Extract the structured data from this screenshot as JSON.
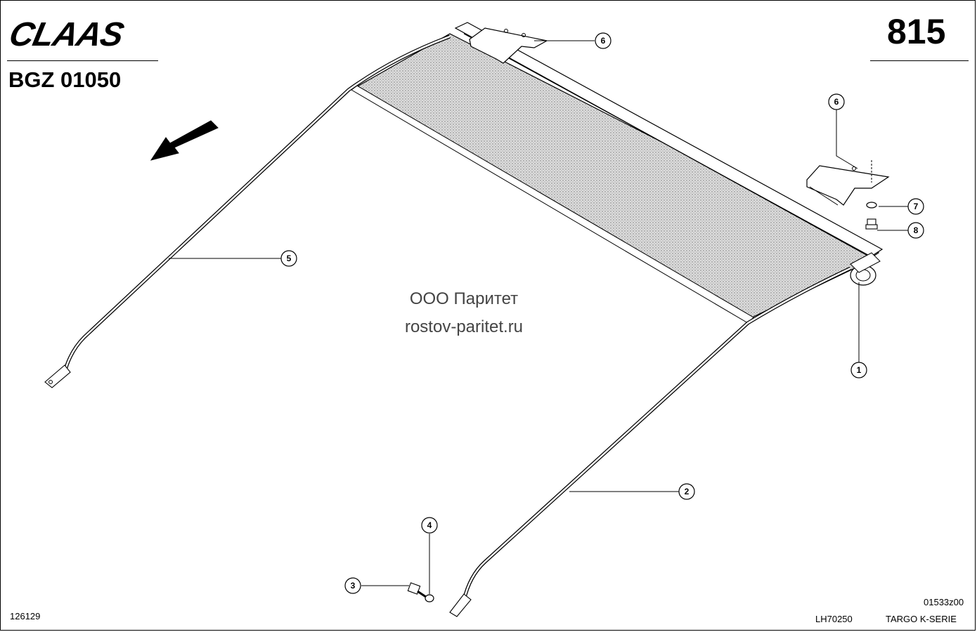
{
  "header": {
    "brand": "CLAAS",
    "group_code": "BGZ 01050",
    "page_number": "815"
  },
  "watermark": {
    "line1": "ООО Паритет",
    "line2": "rostov-paritet.ru"
  },
  "footer": {
    "doc_number": "126129",
    "drawing_ref": "01533z00",
    "model_code": "LH70250",
    "series": "TARGO K-SERIE"
  },
  "callouts": {
    "c1": "1",
    "c2": "2",
    "c3": "3",
    "c4": "4",
    "c5": "5",
    "c6a": "6",
    "c6b": "6",
    "c7": "7",
    "c8": "8"
  }
}
